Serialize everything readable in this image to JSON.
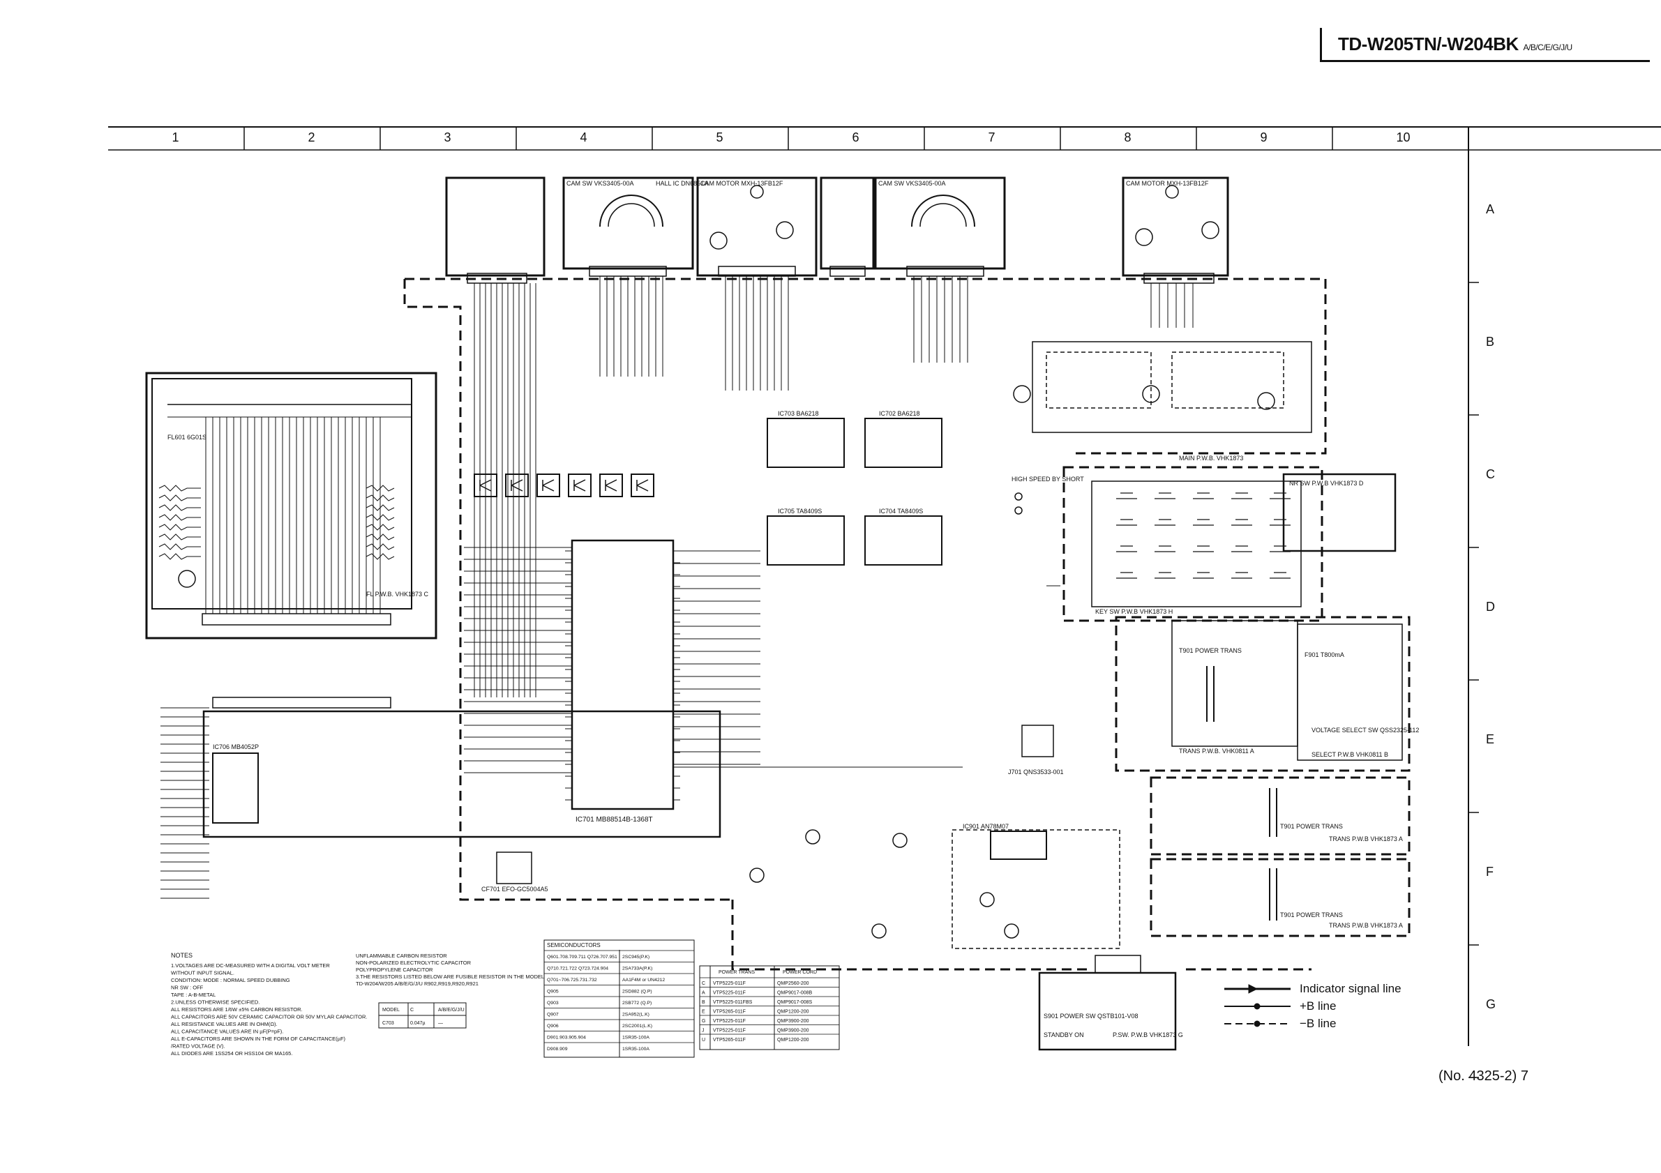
{
  "header": {
    "model": "TD-W205TN/-W204BK",
    "suffix": "A/B/C/E/G/J/U"
  },
  "footer": {
    "page_ref": "(No. 4325-2) 7"
  },
  "grid": {
    "columns": [
      "1",
      "2",
      "3",
      "4",
      "5",
      "6",
      "7",
      "8",
      "9",
      "10"
    ],
    "rows": [
      "A",
      "B",
      "C",
      "D",
      "E",
      "F",
      "G"
    ]
  },
  "blocks": {
    "cam_motor_a": "CAM MOTOR  MXH-13FB12F",
    "cam_motor_b": "CAM MOTOR  MXH-13FB12F",
    "cam_sw_a": "CAM SW  VKS3405-00A",
    "cam_sw_b": "CAM SW  VKS3405-00A",
    "hall_ic": "HALL IC  DN6851A",
    "fl_pwb": "FL P.W.B.  VHK1873 C",
    "fl601": "FL601  6G01S",
    "main_pwb": "MAIN P.W.B.  VHK1873",
    "key_sw_pwb": "KEY SW P.W.B  VHK1873 H",
    "nr_sw_pwb": "NR SW P.W.B  VHK1873 D",
    "trans_pwb_e": "TRANS P.W.B.  VHK0811 A",
    "trans_pwb_f": "TRANS P.W.B  VHK1873 A",
    "trans_pwb_g": "TRANS P.W.B  VHK1873 A",
    "power_sw_pwb": "P.SW. P.W.B  VHK1873 G",
    "ic701": "IC701  MB88514B-1368T",
    "ic703": "IC703  BA6218",
    "ic702": "IC702  BA6218",
    "ic705": "IC705  TA8409S",
    "ic704": "IC704  TA8409S",
    "ic901": "IC901  AN78M07",
    "ic706": "IC706  MB4052P",
    "power_trans_e": "T901 POWER TRANS",
    "power_trans_f": "T901 POWER TRANS",
    "power_trans_g": "T901 POWER TRANS",
    "high_speed": "HIGH SPEED  BY SHORT",
    "j701": "J701  QNS3533-001",
    "s901": "S901 POWER SW  QSTB101-V08",
    "standby": "STANDBY ON",
    "voltage_select": "VOLTAGE SELECT SW  QSS2325-112",
    "select_pwb": "SELECT P.W.B  VHK0811 B",
    "f901": "F901 T800mA",
    "cf701": "CF701  EFO-GC5004A5"
  },
  "notes": {
    "heading": "NOTES",
    "lines": [
      "1.VOLTAGES ARE DC-MEASURED WITH A DIGITAL VOLT METER",
      "  WITHOUT INPUT SIGNAL.",
      "  CONDITION:  MODE  : NORMAL SPEED DUBBING",
      "              NR SW : OFF",
      "              TAPE  : A-B-METAL",
      "2.UNLESS OTHERWISE SPECIFIED.",
      "  ALL RESISTORS ARE 1/6W ±5% CARBON RESISTOR.",
      "  ALL CAPACITORS ARE 50V CERAMIC CAPACITOR OR 50V MYLAR CAPACITOR.",
      "  ALL RESISTANCE VALUES ARE IN OHM(Ω).",
      "  ALL CAPACITANCE VALUES ARE IN µF(P=pF).",
      "  ALL E-CAPACITORS ARE SHOWN IN THE FORM OF CAPACITANCE(µF)",
      "  /RATED VOLTAGE (V).",
      "  ALL DIODES ARE 1SS254 OR HSS104 OR MA165."
    ],
    "symbols": [
      "UNFLAMMABLE CARBON RESISTOR",
      "NON-POLARIZED ELECTROLYTIC CAPACITOR",
      "POLYPROPYLENE CAPACITOR",
      "3.THE RESISTORS LISTED BELOW ARE FUSIBLE RESISTOR IN THE MODEL",
      "  TD-W204/W205  A/B/E/G/J/U  R902,R919,R920,R921"
    ],
    "model_table": {
      "header": [
        "MODEL",
        "C",
        "A/B/E/G/J/U"
      ],
      "row": [
        "C703",
        "0.047µ",
        "—"
      ]
    }
  },
  "semiconductors": {
    "heading": "SEMICONDUCTORS",
    "rows": [
      [
        "Q601.708.709.711  Q726.707.951",
        "2SC945(P.K)"
      ],
      [
        "Q710.721.722  Q723.724.904",
        "2SA733A(P.K)"
      ],
      [
        "Q701~706.725.731.732",
        "AA1F4M or UN4212"
      ],
      [
        "Q905",
        "2SD882 (Q.P)"
      ],
      [
        "Q903",
        "2SB772 (Q.P)"
      ],
      [
        "Q907",
        "2SA952(L.K)"
      ],
      [
        "Q906",
        "2SC2001(L.K)"
      ],
      [
        "D901.903.905.904",
        "1SR35-100A"
      ],
      [
        "D908.909",
        "1SR35-100A"
      ]
    ]
  },
  "power_table": {
    "headers": [
      "",
      "POWER TRANS",
      "POWER CORD"
    ],
    "rows": [
      [
        "C",
        "VTP5225-011F",
        "QMP2560-200"
      ],
      [
        "A",
        "VTP5225-011F",
        "QMP9017-008B"
      ],
      [
        "B",
        "VTP5225-011FBS",
        "QMP9017-008S"
      ],
      [
        "E",
        "VTP5265-011F",
        "QMP1200-200"
      ],
      [
        "G",
        "VTP5225-011F",
        "QMP3900-200"
      ],
      [
        "J",
        "VTP5225-011F",
        "QMP3900-200"
      ],
      [
        "U",
        "VTP5265-011F",
        "QMP1200-200"
      ]
    ]
  },
  "legend": [
    {
      "label": "Indicator signal line",
      "style": "arrow"
    },
    {
      "label": "+B line",
      "style": "solid"
    },
    {
      "label": "−B line",
      "style": "dashed"
    }
  ],
  "colors": {
    "ink": "#111111",
    "paper": "#ffffff"
  }
}
